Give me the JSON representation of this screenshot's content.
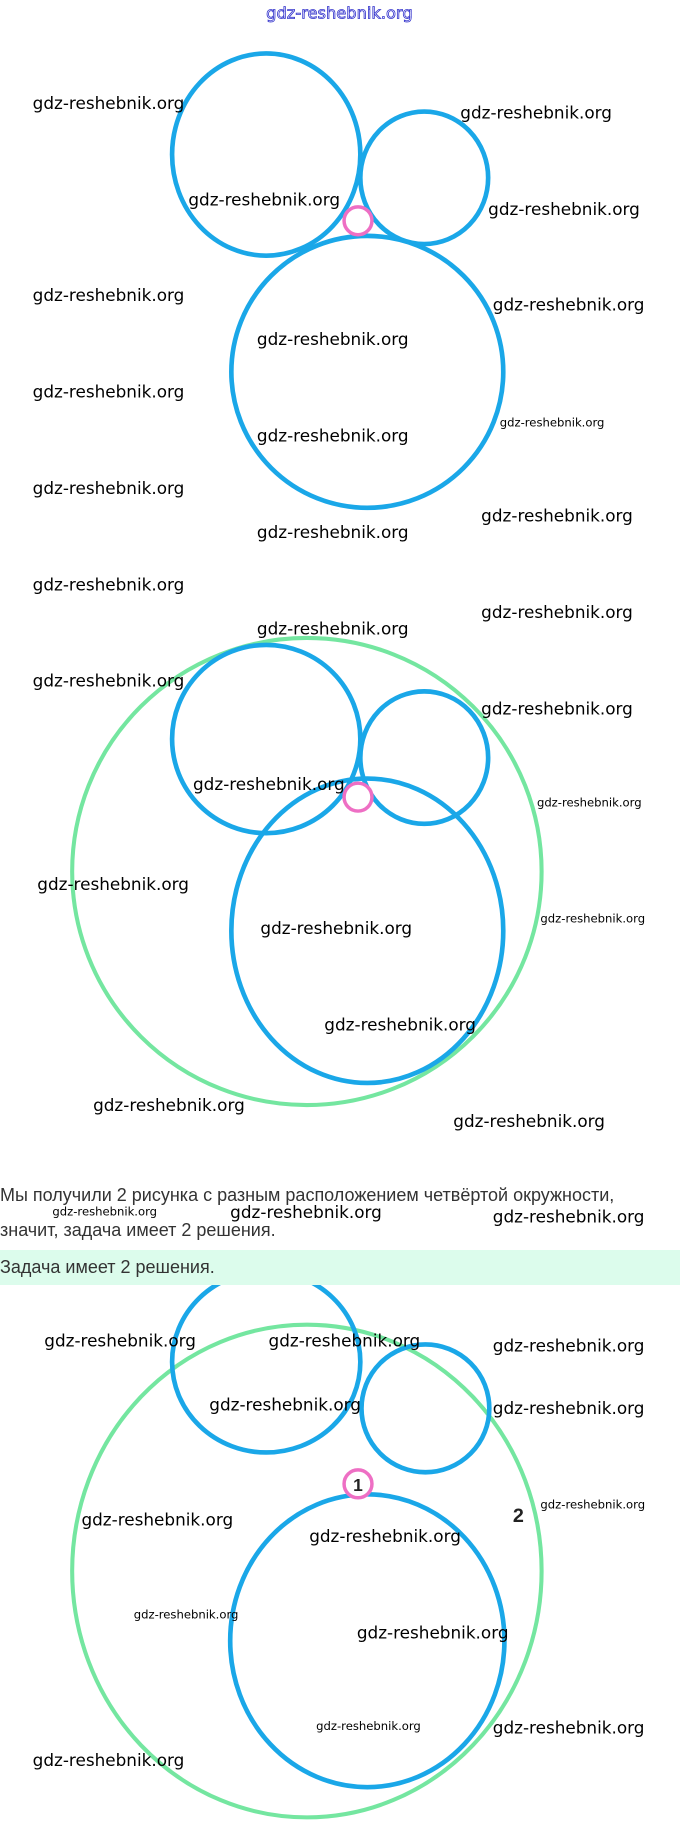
{
  "header_watermark": "gdz-reshebnik.org",
  "watermark": "gdz-reshebnik.org",
  "text": {
    "line1": "Мы получили 2 рисунка с разным расположением четвёртой окружности,",
    "line2": "значит, задача имеет 2 решения.",
    "answer": "Задача имеет 2 решения."
  },
  "labels": {
    "one": "1",
    "two": "2"
  },
  "colors": {
    "circle": "#1aa7e8",
    "outer_circle": "#74e6a0",
    "small_circle": "#ee6fc4",
    "answer_bg": "#dcfcec"
  }
}
